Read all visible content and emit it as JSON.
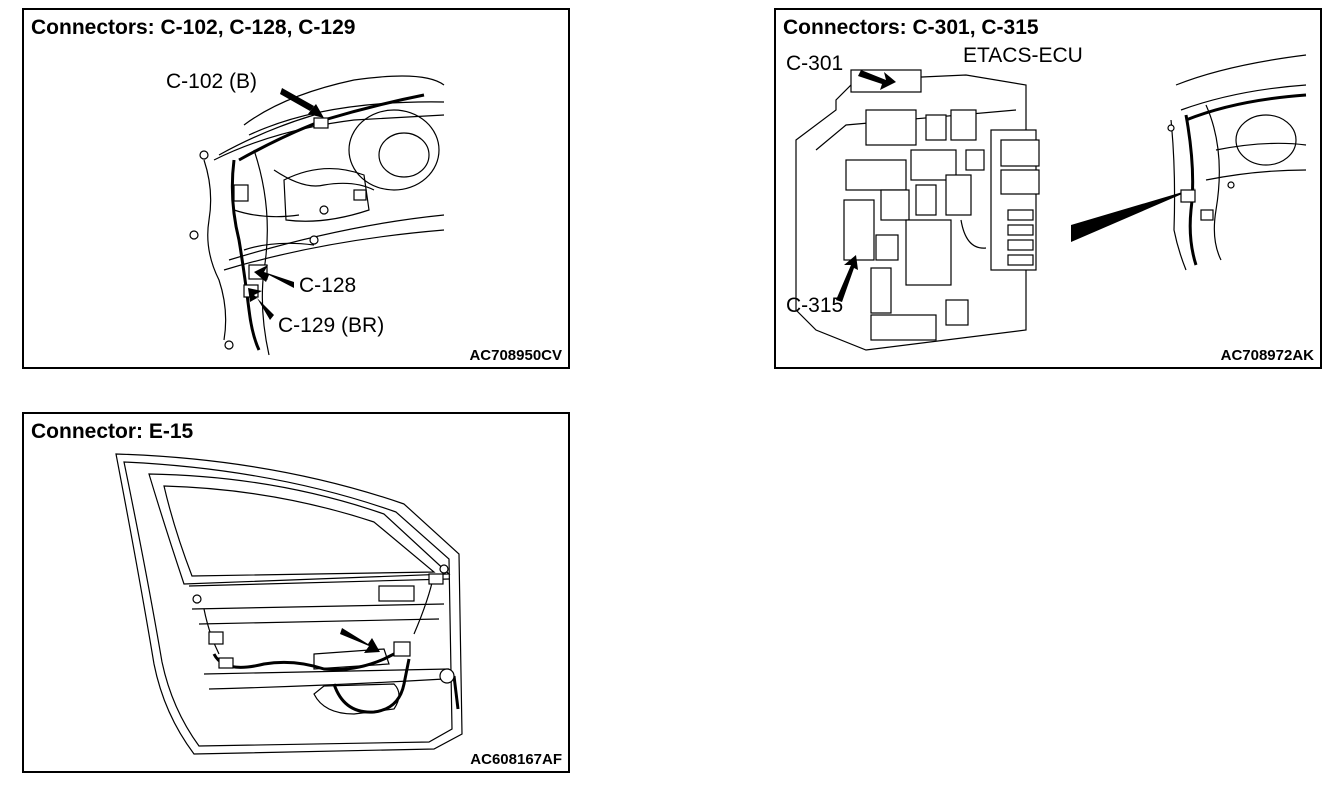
{
  "panels": [
    {
      "title": "Connectors: C-102, C-128, C-129",
      "code": "AC708950CV",
      "labels": [
        "C-102 (B)",
        "C-128",
        "C-129 (BR)"
      ]
    },
    {
      "title": "Connectors: C-301, C-315",
      "code": "AC708972AK",
      "labels": [
        "C-301",
        "ETACS-ECU",
        "C-315"
      ]
    },
    {
      "title": "Connector: E-15",
      "code": "AC608167AF",
      "labels": []
    }
  ]
}
